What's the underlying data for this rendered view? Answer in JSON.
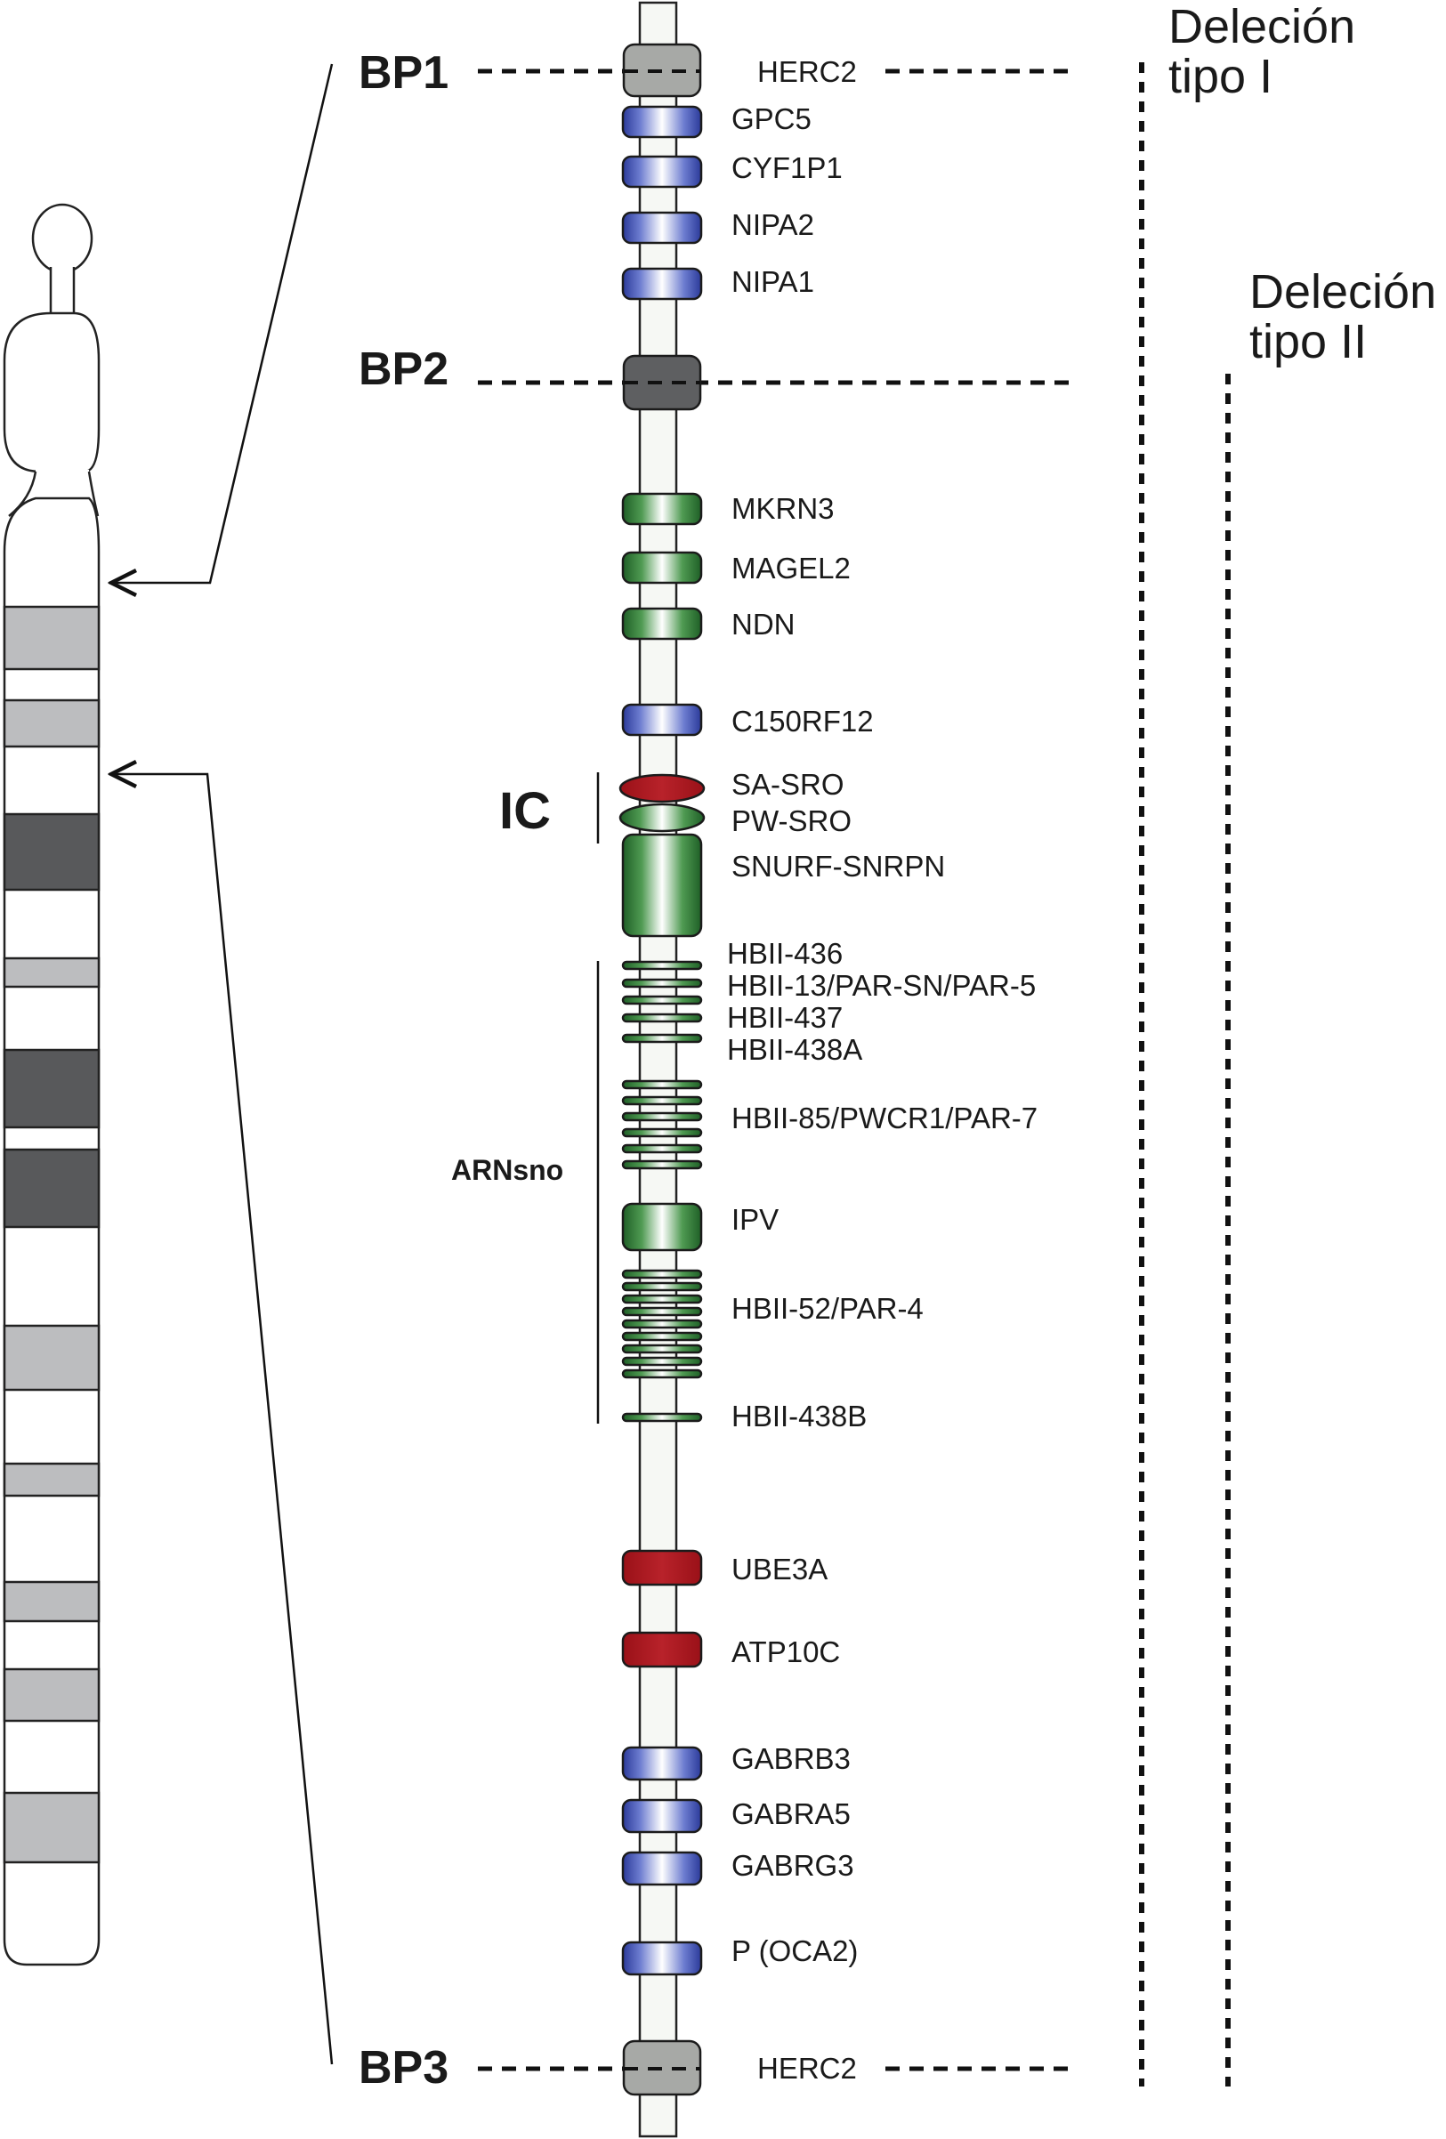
{
  "breakpoints": {
    "bp1": "BP1",
    "bp2": "BP2",
    "bp3": "BP3"
  },
  "deletions": {
    "type1": {
      "line1": "Deleción",
      "line2": "tipo I"
    },
    "type2": {
      "line1": "Deleción",
      "line2": "tipo II"
    }
  },
  "region_labels": {
    "ic": "IC",
    "arnsno": "ARNsno"
  },
  "genes": {
    "herc2_top": "HERC2",
    "gpc5": "GPC5",
    "cyf1p1": "CYF1P1",
    "nipa2": "NIPA2",
    "nipa1": "NIPA1",
    "mkrn3": "MKRN3",
    "magel2": "MAGEL2",
    "ndn": "NDN",
    "c150rf12": "C150RF12",
    "sa_sro": "SA-SRO",
    "pw_sro": "PW-SRO",
    "snurf_snrpn": "SNURF-SNRPN",
    "hbii_436": "HBII-436",
    "hbii_13": "HBII-13/PAR-SN/PAR-5",
    "hbii_437": "HBII-437",
    "hbii_438a": "HBII-438A",
    "hbii_85": "HBII-85/PWCR1/PAR-7",
    "ipv": "IPV",
    "hbii_52": "HBII-52/PAR-4",
    "hbii_438b": "HBII-438B",
    "ube3a": "UBE3A",
    "atp10c": "ATP10C",
    "gabrb3": "GABRB3",
    "gabra5": "GABRA5",
    "gabrg3": "GABRG3",
    "p_oca2": "P (OCA2)",
    "herc2_bottom": "HERC2"
  },
  "colors": {
    "blue_gene": "#3b4ea8",
    "green_gene": "#2e7a35",
    "red_gene": "#a3141c",
    "bp1_box": "#a7a9a6",
    "bp2_box": "#5e5f61",
    "dark_band": "#58595b",
    "light_band": "#bcbdbf"
  }
}
